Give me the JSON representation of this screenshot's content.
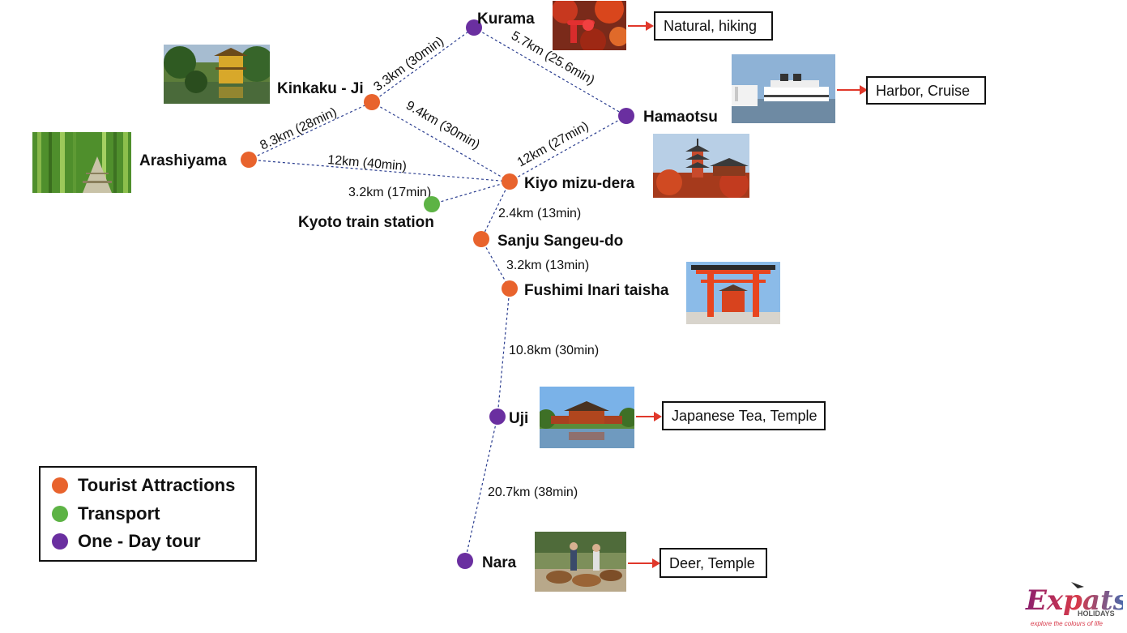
{
  "legend": {
    "items": [
      {
        "label": "Tourist Attractions",
        "color": "#e8632d"
      },
      {
        "label": "Transport",
        "color": "#5db345"
      },
      {
        "label": "One - Day tour",
        "color": "#6a2fa0"
      }
    ]
  },
  "colors": {
    "tourist": "#e8632d",
    "transport": "#5db345",
    "tour": "#6a2fa0",
    "edge": "#2a3d8f",
    "arrow": "#e0382b"
  },
  "nodes": {
    "kurama": {
      "label": "Kurama",
      "type": "tour"
    },
    "kinkaku": {
      "label": "Kinkaku - Ji",
      "type": "tourist"
    },
    "arashiyama": {
      "label": "Arashiyama",
      "type": "tourist"
    },
    "hamaotsu": {
      "label": "Hamaotsu",
      "type": "tour"
    },
    "kiyomizu": {
      "label": "Kiyo mizu-dera",
      "type": "tourist"
    },
    "kyoto_station": {
      "label": "Kyoto train station",
      "type": "transport"
    },
    "sanju": {
      "label": "Sanju Sangeu-do",
      "type": "tourist"
    },
    "fushimi": {
      "label": "Fushimi Inari taisha",
      "type": "tourist"
    },
    "uji": {
      "label": "Uji",
      "type": "tour"
    },
    "nara": {
      "label": "Nara",
      "type": "tour"
    }
  },
  "edges": {
    "kinkaku_kurama": "3.3km (30min)",
    "kurama_hamaotsu": "5.7km (25.6min)",
    "arashiyama_kinkaku": "8.3km (28min)",
    "kinkaku_kiyomizu": "9.4km (30min)",
    "kiyomizu_hamaotsu": "12km (27min)",
    "arashiyama_kiyomizu": "12km (40min)",
    "station_kiyomizu": "3.2km (17min)",
    "kiyomizu_sanju": "2.4km (13min)",
    "sanju_fushimi": "3.2km (13min)",
    "fushimi_uji": "10.8km (30min)",
    "uji_nara": "20.7km (38min)"
  },
  "descriptions": {
    "kurama": "Natural, hiking",
    "hamaotsu": "Harbor, Cruise",
    "uji": "Japanese Tea, Temple",
    "nara": "Deer, Temple"
  },
  "photos": {
    "kurama": "kurama-photo",
    "kinkaku": "kinkaku-ji-photo",
    "arashiyama": "bamboo-forest-photo",
    "hamaotsu": "cruise-ship-photo",
    "kiyomizu": "pagoda-photo",
    "fushimi": "torii-gate-photo",
    "uji": "byodoin-temple-photo",
    "nara": "deer-park-photo"
  },
  "logo": {
    "name": "expats-holidays-logo",
    "brand": "Expats",
    "sub": "HOLIDAYS",
    "tagline": "explore the colours of life"
  }
}
